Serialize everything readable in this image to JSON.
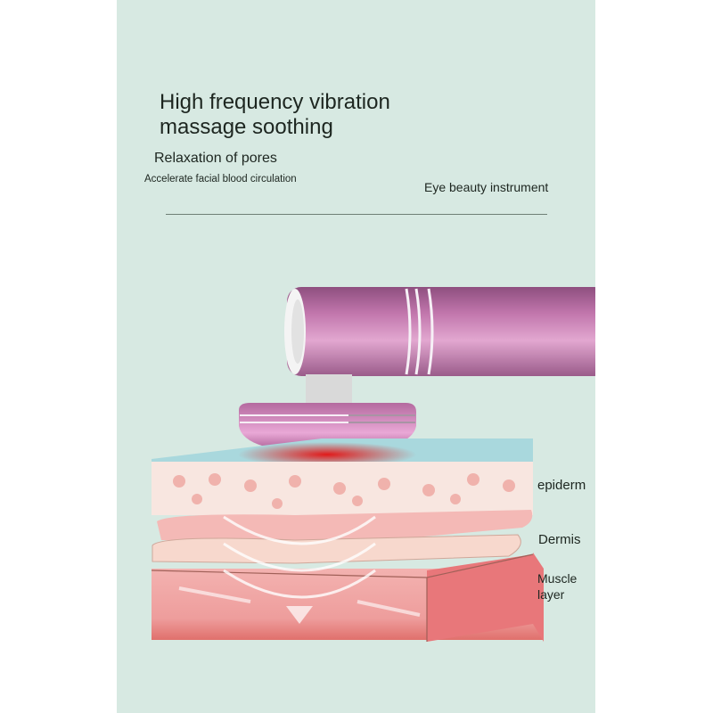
{
  "header": {
    "title_line1": "High frequency vibration",
    "title_line2": "massage soothing",
    "feature1": "Relaxation of pores",
    "feature2": "Accelerate facial blood circulation",
    "product": "Eye beauty instrument"
  },
  "diagram": {
    "labels": {
      "epidermis": "epiderm",
      "dermis": "Dermis",
      "muscle_line1": "Muscle",
      "muscle_line2": "layer"
    }
  },
  "colors": {
    "background": "#d7e9e2",
    "device": "#b5689f",
    "epidermis_top": "#a9d8dd",
    "muscle": "#e8777a",
    "red_light": "#e11a1a"
  }
}
